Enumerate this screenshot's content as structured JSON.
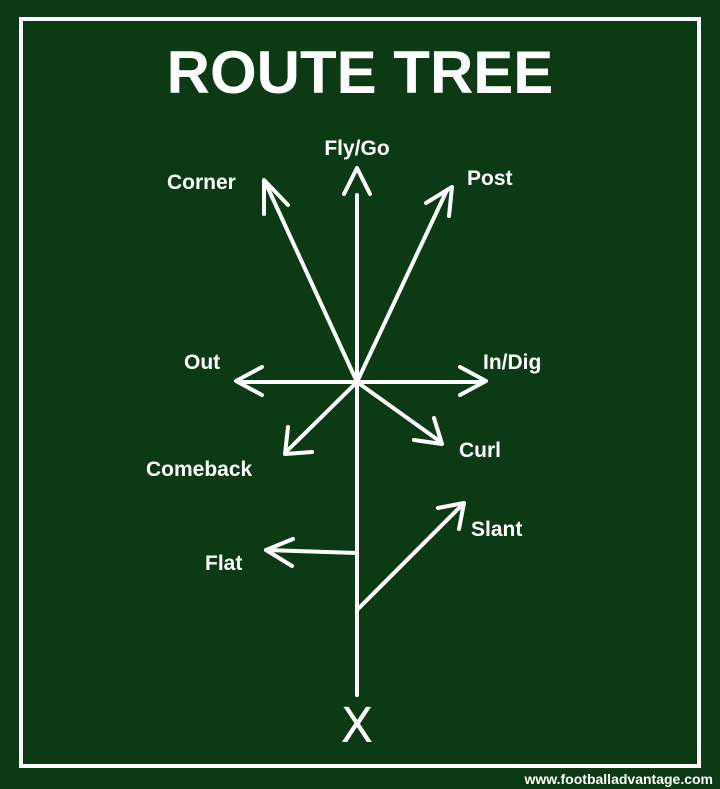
{
  "title": "ROUTE TREE",
  "colors": {
    "background": "#0b3a14",
    "lines": "#ffffff"
  },
  "player_marker": "X",
  "routes": {
    "fly_go": "Fly/Go",
    "corner": "Corner",
    "post": "Post",
    "out": "Out",
    "in_dig": "In/Dig",
    "comeback": "Comeback",
    "curl": "Curl",
    "flat": "Flat",
    "slant": "Slant"
  },
  "watermark": "www.footballadvantage.com"
}
